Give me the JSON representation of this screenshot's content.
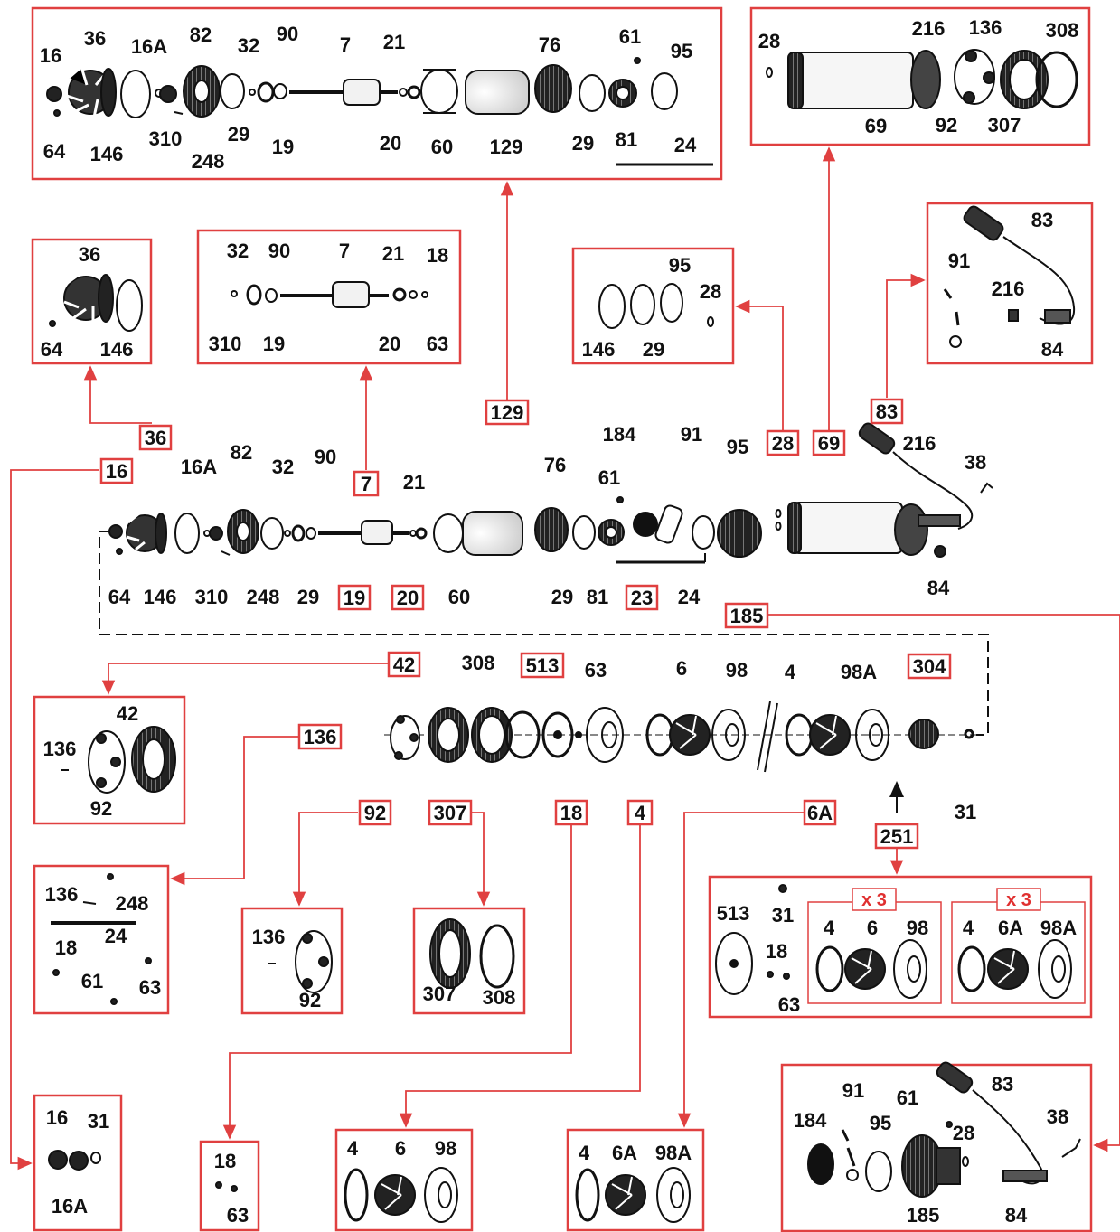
{
  "colors": {
    "accent": "#e04040",
    "ink": "#111111",
    "panel_border": "#e04040",
    "x3_text": "#e03030"
  },
  "main": {
    "labels": [
      "36",
      "16A",
      "82",
      "32",
      "90",
      "21",
      "184",
      "76",
      "61",
      "91",
      "95",
      "216",
      "38",
      "64",
      "146",
      "310",
      "248",
      "29",
      "60",
      "29",
      "81",
      "24",
      "84"
    ],
    "boxed": [
      "36",
      "16",
      "7",
      "129",
      "28",
      "69",
      "83",
      "19",
      "20",
      "23",
      "185",
      "42",
      "513",
      "304",
      "136",
      "92",
      "307",
      "18",
      "4",
      "6A",
      "251"
    ],
    "labels2": [
      "308",
      "63",
      "6",
      "98",
      "4",
      "98A",
      "31"
    ]
  },
  "panels": {
    "top_wide": [
      "16",
      "36",
      "16A",
      "82",
      "32",
      "90",
      "7",
      "21",
      "76",
      "61",
      "95",
      "64",
      "146",
      "310",
      "248",
      "29",
      "19",
      "20",
      "60",
      "129",
      "29",
      "81",
      "24"
    ],
    "top_right": [
      "28",
      "216",
      "136",
      "308",
      "69",
      "92",
      "307"
    ],
    "mid1": [
      "36",
      "64",
      "146"
    ],
    "mid2": [
      "32",
      "90",
      "7",
      "21",
      "18",
      "310",
      "19",
      "20",
      "63"
    ],
    "mid3": [
      "95",
      "28",
      "146",
      "29"
    ],
    "mid4": [
      "83",
      "91",
      "216",
      "84"
    ],
    "p42": [
      "42",
      "136",
      "92"
    ],
    "p136": [
      "136",
      "248",
      "24",
      "18",
      "61",
      "63"
    ],
    "p92": [
      "136",
      "92"
    ],
    "p307": [
      "307",
      "308"
    ],
    "p251": [
      "513",
      "31",
      "18",
      "63"
    ],
    "p251_sub1": {
      "mult": "x 3",
      "labels": [
        "4",
        "6",
        "98"
      ]
    },
    "p251_sub2": {
      "mult": "x 3",
      "labels": [
        "4",
        "6A",
        "98A"
      ]
    },
    "p16": [
      "16",
      "31",
      "16A"
    ],
    "p18": [
      "18",
      "63"
    ],
    "p4": [
      "4",
      "6",
      "98"
    ],
    "p6a": [
      "4",
      "6A",
      "98A"
    ],
    "p185": [
      "184",
      "91",
      "61",
      "95",
      "83",
      "28",
      "38",
      "185",
      "84"
    ]
  }
}
